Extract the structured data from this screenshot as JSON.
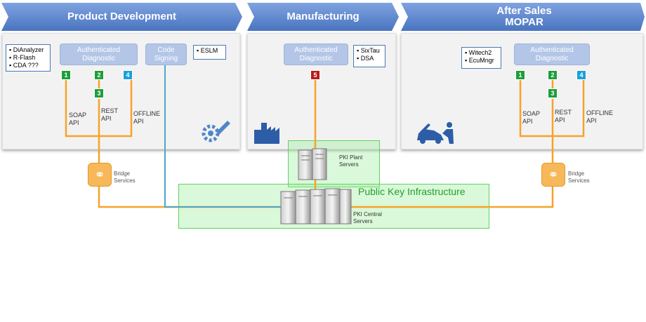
{
  "sections": {
    "product_dev": {
      "title": "Product Development",
      "tools": [
        "DiAnalyzer",
        "R-Flash",
        "CDA ???"
      ],
      "auth": [
        "Authenticated",
        "Diagnostic"
      ],
      "code_signing": [
        "Code",
        "Signing"
      ],
      "eslm": "ESLM",
      "badges": [
        "1",
        "2",
        "3",
        "4"
      ],
      "apis": {
        "soap": [
          "SOAP",
          "API"
        ],
        "rest": [
          "REST",
          "API"
        ],
        "offline": [
          "OFFLINE",
          "API"
        ]
      },
      "bridge": [
        "Bridge",
        "Services"
      ],
      "icon": "gear-pencil-icon"
    },
    "manufacturing": {
      "title": "Manufacturing",
      "auth": [
        "Authenticated",
        "Diagnostic"
      ],
      "tools": [
        "SixTau",
        "DSA"
      ],
      "badge": "5",
      "icon": "factory-icon"
    },
    "after_sales": {
      "title": [
        "After Sales",
        "MOPAR"
      ],
      "tools": [
        "Witech2",
        "EcuMngr"
      ],
      "auth": [
        "Authenticated",
        "Diagnostic"
      ],
      "badges": [
        "1",
        "2",
        "3",
        "4"
      ],
      "apis": {
        "soap": [
          "SOAP",
          "API"
        ],
        "rest": [
          "REST",
          "API"
        ],
        "offline": [
          "OFFLINE",
          "API"
        ]
      },
      "bridge": [
        "Bridge",
        "Services"
      ],
      "icon": "car-mechanic-icon"
    }
  },
  "pki": {
    "title": "Public Key Infrastructure",
    "plant": [
      "PKI Plant",
      "Servers"
    ],
    "central": [
      "PKI Central",
      "Servers"
    ]
  },
  "colors": {
    "header": "#5b86cf",
    "line_orange": "#f7a229",
    "line_blue": "#4aa8c9",
    "green_badge": "#1e9e3a",
    "blue_badge": "#1aa0dc",
    "red_badge": "#b91c1c"
  }
}
